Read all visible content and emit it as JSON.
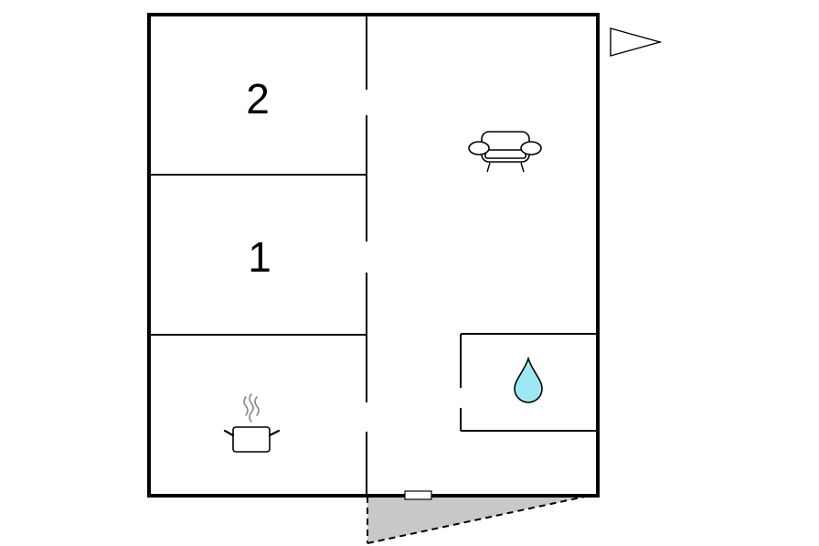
{
  "floorplan": {
    "rooms": [
      {
        "label": "2",
        "type": "bedroom"
      },
      {
        "label": "1",
        "type": "bedroom"
      },
      {
        "label": "",
        "type": "kitchen",
        "icon": "cooking-pot-icon"
      },
      {
        "label": "",
        "type": "living-room",
        "icon": "sofa-icon"
      },
      {
        "label": "",
        "type": "bathroom",
        "icon": "water-drop-icon"
      }
    ],
    "compass": {
      "icon": "north-arrow-icon",
      "direction": "east"
    },
    "terrace": {
      "type": "terrace",
      "fill": "#c8c8c8"
    },
    "entrance": {
      "type": "door"
    },
    "colors": {
      "walls": "#000000",
      "water_drop": "#9ee8f4",
      "terrace": "#c8c8c8",
      "steam": "#888888"
    }
  }
}
